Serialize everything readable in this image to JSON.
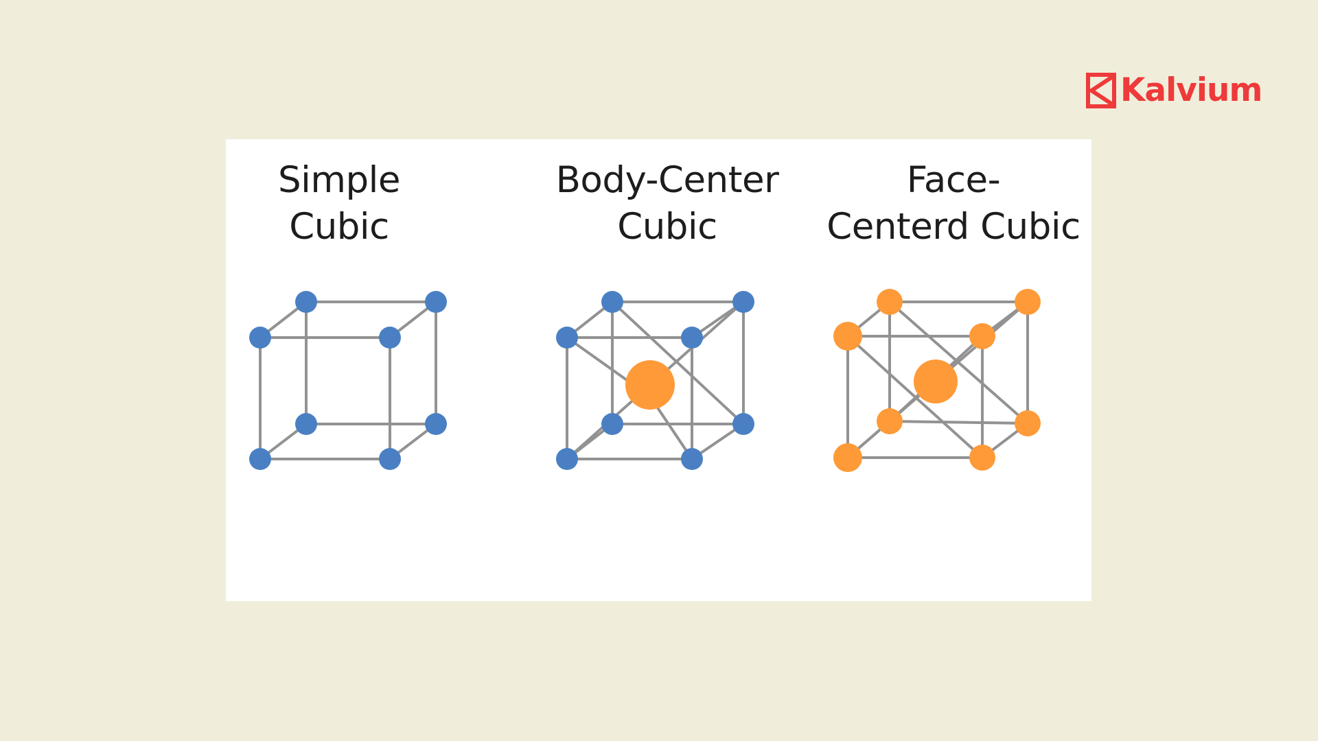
{
  "brand": {
    "name": "Kalvium",
    "color": "#ee3a3a",
    "icon": "kalvium-logo-icon"
  },
  "structures": [
    {
      "id": "simple-cubic",
      "title_lines": [
        "Simple",
        "Cubic"
      ],
      "corner_atom_color": "#4a80c3"
    },
    {
      "id": "body-centered-cubic",
      "title_lines": [
        "Body-Center",
        "Cubic"
      ],
      "corner_atom_color": "#4a80c3",
      "center_atom_color": "#fe9a38"
    },
    {
      "id": "face-centered-cubic",
      "title_lines": [
        "Face-",
        "Centerd Cubic"
      ],
      "corner_atom_color": "#fe9a38",
      "center_atom_color": "#fe9a38"
    }
  ],
  "colors": {
    "background": "#f0eedb",
    "panel": "#ffffff",
    "edge": "#929292",
    "blue_atom": "#4a80c3",
    "orange_atom": "#fe9a38"
  }
}
